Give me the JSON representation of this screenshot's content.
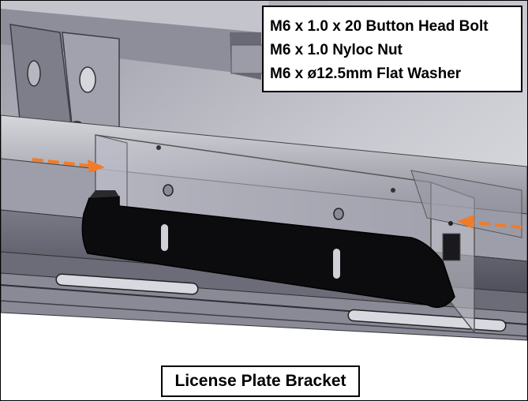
{
  "hardware": [
    "M6 x 1.0 x 20 Button Head Bolt",
    "M6 x 1.0 Nyloc Nut",
    "M6 x ø12.5mm Flat Washer"
  ],
  "part_label": "License Plate Bracket",
  "colors": {
    "frame_dark": "#4a4a58",
    "frame_mid": "#7c7c88",
    "frame_light": "#b4b4be",
    "bracket": "#0c0c0e",
    "arrow": "#f07c2a"
  }
}
